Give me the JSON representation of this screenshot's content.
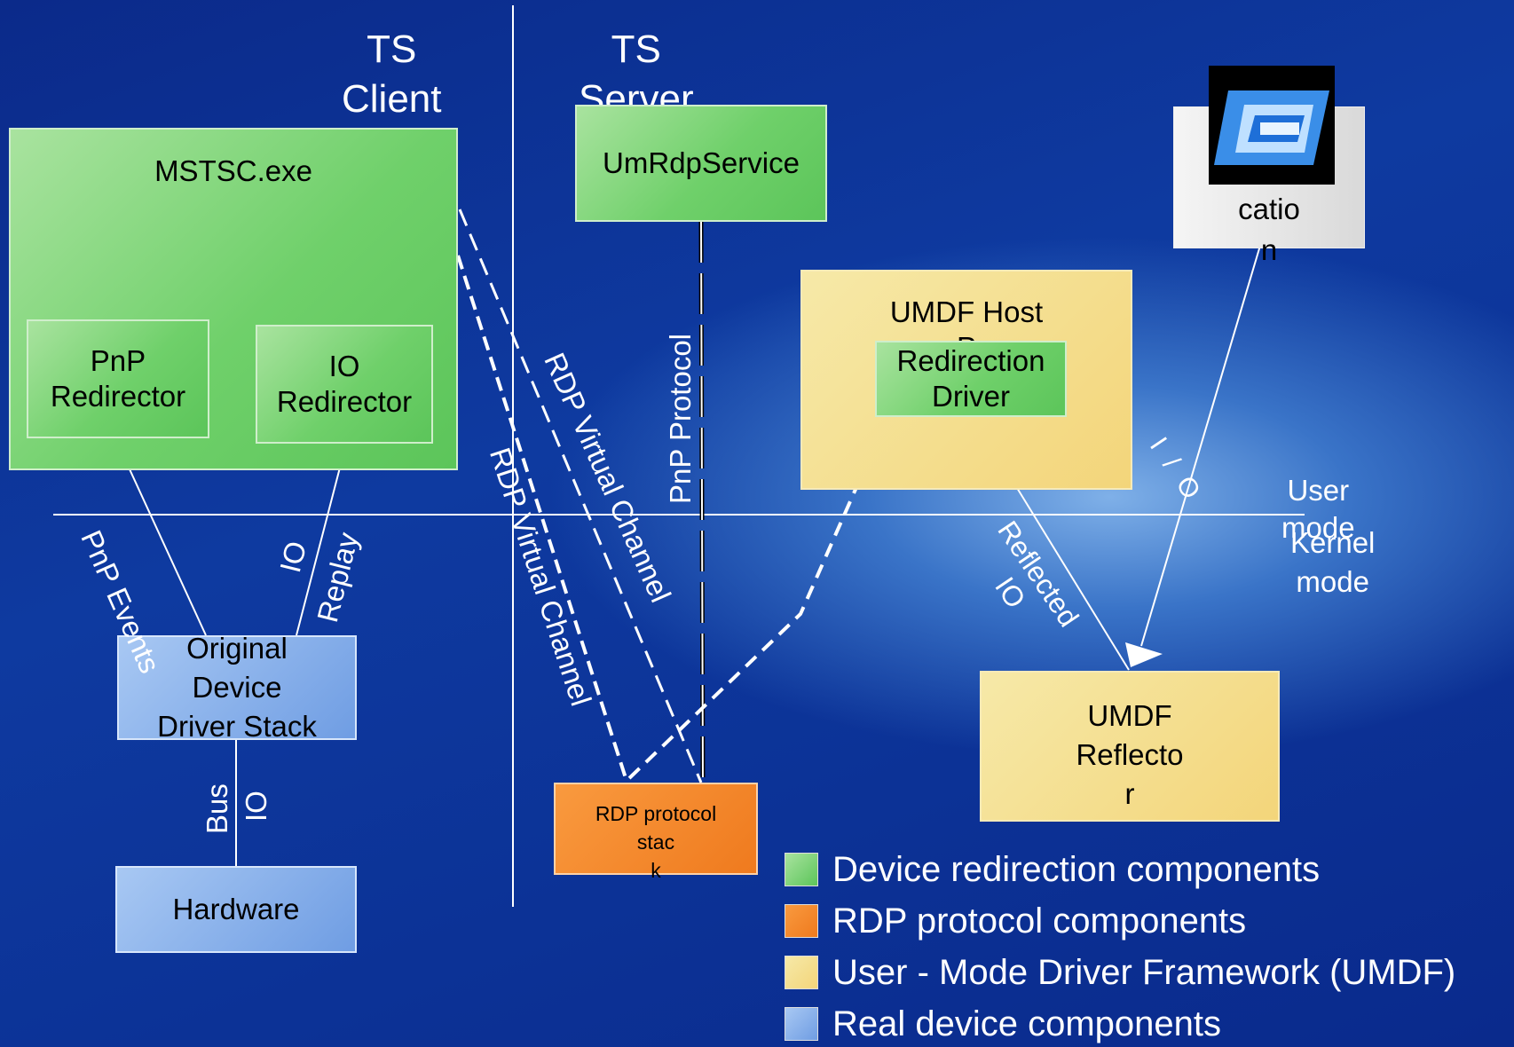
{
  "header": {
    "ts_client": "TS\nClient",
    "ts_server": "TS\nServer"
  },
  "boxes": {
    "mstsc": "MSTSC.exe",
    "pnp_redirector": "PnP\nRedirector",
    "io_redirector": "IO\nRedirector",
    "umrdpservice": "UmRdpService",
    "umdf_host": "UMDF Host\nP",
    "redirection_driver": "Redirection\nDriver",
    "application": "catio\nn",
    "original_stack": "Original\nDevice\nDriver Stack",
    "hardware": "Hardware",
    "rdp_stack": "RDP protocol\nstac\nk",
    "umdf_reflector": "UMDF\nReflecto\nr"
  },
  "labels": {
    "pnp_events": "PnP Events",
    "io": "IO",
    "replay": "Replay",
    "rdp_vc_1": "RDP Virtual Channel",
    "rdp_vc_2": "RDP Virtual Channel",
    "pnp_protocol": "PnP Protocol",
    "io_right": "I/O",
    "reflected_io": "Reflected\nIO",
    "user_mode": "User\nmode",
    "kernel_mode": "Kernel\nmode",
    "bus": "Bus",
    "io_bus": "IO"
  },
  "legend": [
    {
      "text": "Device redirection components",
      "color": "#7fd47a"
    },
    {
      "text": "RDP protocol components",
      "color": "#f28a2c"
    },
    {
      "text": "User - Mode Driver Framework (UMDF)",
      "color": "#f3dc8c"
    },
    {
      "text": "Real device components",
      "color": "#88b0ec"
    }
  ],
  "colors": {
    "accent_line": "#ffffff"
  }
}
